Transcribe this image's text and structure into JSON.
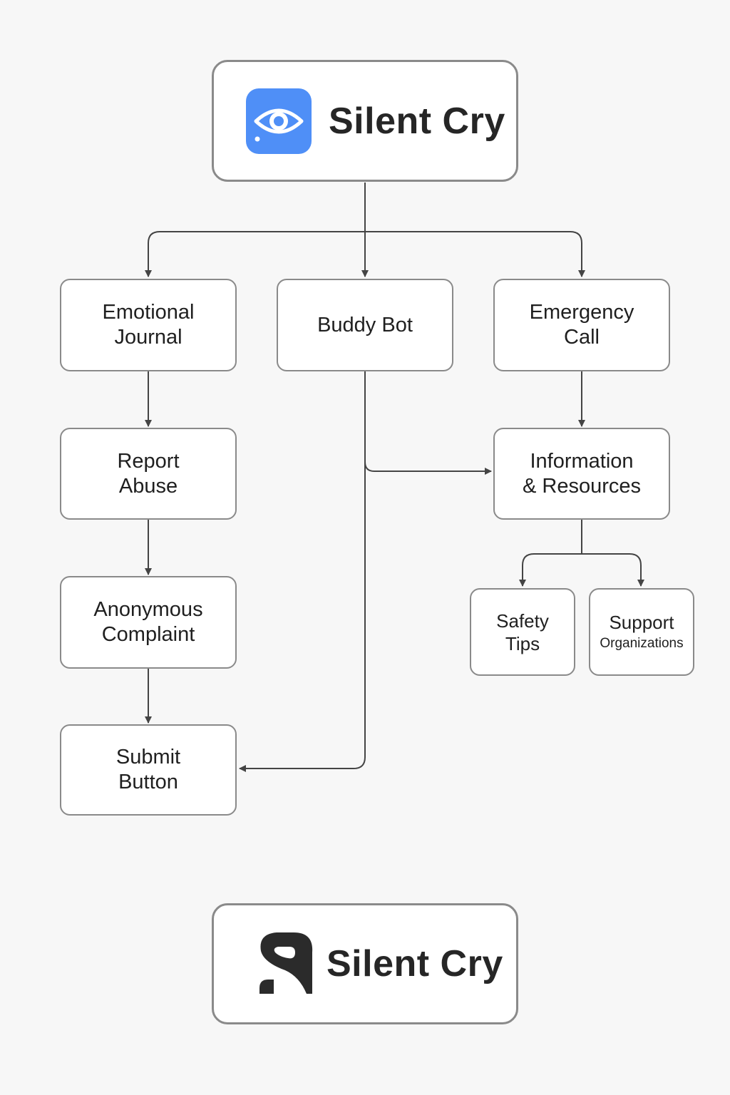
{
  "header": {
    "title": "Silent Cry",
    "logo_icon": "eye-icon",
    "accent": "#4f8ff7"
  },
  "footer": {
    "title": "Silent Cry",
    "logo_icon": "s-logo-icon"
  },
  "nodes": {
    "emotional_journal": [
      "Emotional",
      "Journal"
    ],
    "buddy_bot": "Buddy Bot",
    "emergency_call": [
      "Emergency",
      "Call"
    ],
    "report_abuse": [
      "Report",
      "Abuse"
    ],
    "anonymous_complaint": [
      "Anonymous",
      "Complaint"
    ],
    "submit_button": [
      "Submit",
      "Button"
    ],
    "information_resources": [
      "Information",
      "& Resources"
    ],
    "safety_tips": [
      "Safety",
      "Tips"
    ],
    "support": {
      "title": "Support",
      "subtitle": "Organizations"
    }
  },
  "edges": [
    [
      "header",
      "emotional_journal"
    ],
    [
      "header",
      "buddy_bot"
    ],
    [
      "header",
      "emergency_call"
    ],
    [
      "emotional_journal",
      "report_abuse"
    ],
    [
      "report_abuse",
      "anonymous_complaint"
    ],
    [
      "anonymous_complaint",
      "submit_button"
    ],
    [
      "emergency_call",
      "information_resources"
    ],
    [
      "buddy_bot",
      "information_resources"
    ],
    [
      "buddy_bot",
      "submit_button"
    ],
    [
      "information_resources",
      "safety_tips"
    ],
    [
      "information_resources",
      "support"
    ]
  ]
}
